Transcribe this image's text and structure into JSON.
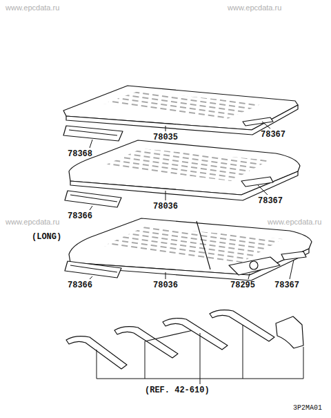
{
  "diagram": {
    "labels": [
      "www.epcdata.ru",
      "www.epcdata.ru",
      "www.epcdata.ru",
      "www.epcdata.ru",
      "78035",
      "78367",
      "78368",
      "78036",
      "78367",
      "78366",
      "(LONG)",
      "78366",
      "78036",
      "78295",
      "78367",
      "(REF. 42-610)",
      "3P2MA01"
    ]
  }
}
